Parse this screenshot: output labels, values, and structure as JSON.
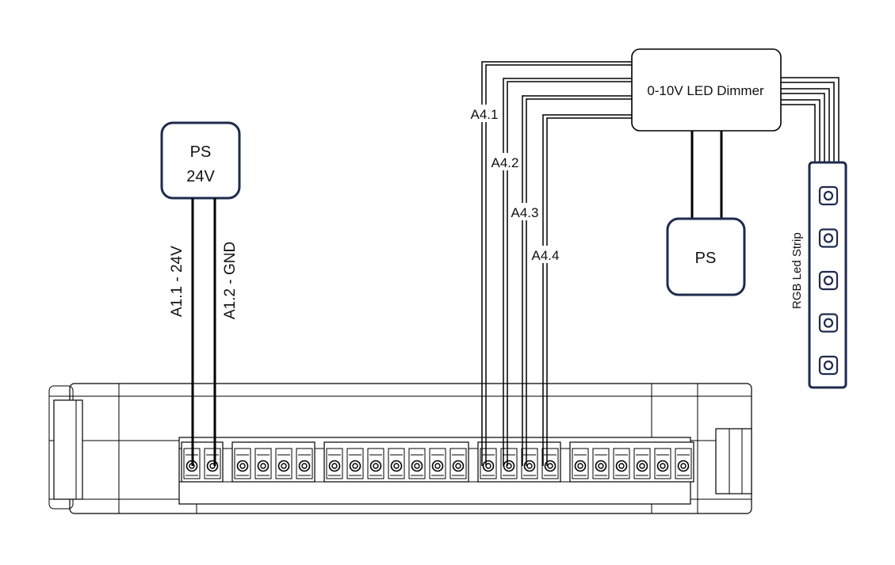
{
  "ps_24v": {
    "line1": "PS",
    "line2": "24V"
  },
  "ps2": {
    "label": "PS"
  },
  "dimmer": {
    "label": "0-10V LED Dimmer"
  },
  "led_strip": {
    "label": "RGB Led Strip",
    "led_count": 5
  },
  "wires": {
    "a1_1": "A1.1 - 24V",
    "a1_2": "A1.2 - GND",
    "a4_1": "A4.1",
    "a4_2": "A4.2",
    "a4_3": "A4.3",
    "a4_4": "A4.4"
  },
  "terminal_blocks": [
    2,
    4,
    7,
    4,
    6
  ],
  "colors": {
    "box_stroke": "#1f2a4d",
    "wire": "#000000"
  }
}
